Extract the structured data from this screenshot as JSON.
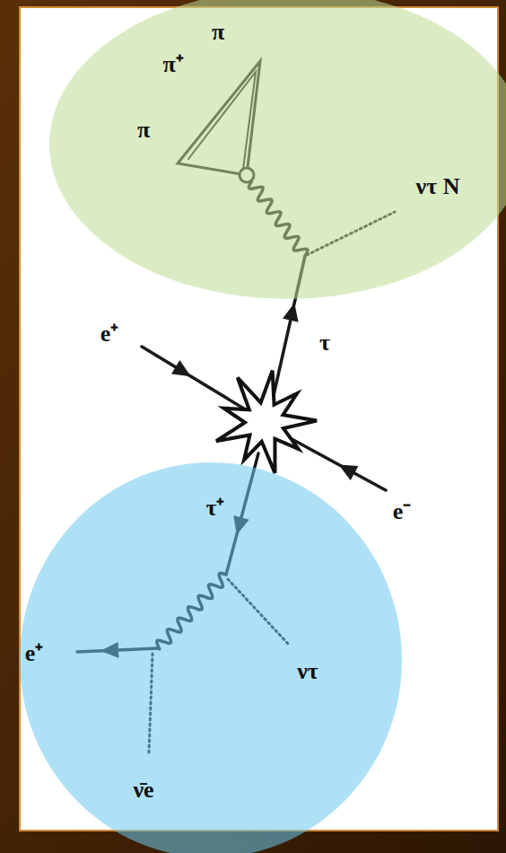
{
  "diagram": {
    "nodes": [
      {
        "text": [
          "π",
          "π⁺",
          "π",
          "ντ N"
        ]
      },
      {
        "text": [
          "τ⁺",
          "e⁺",
          "ντ",
          "ν̄e"
        ]
      }
    ],
    "labels": [
      "e⁺",
      "τ",
      "e⁻"
    ]
  }
}
